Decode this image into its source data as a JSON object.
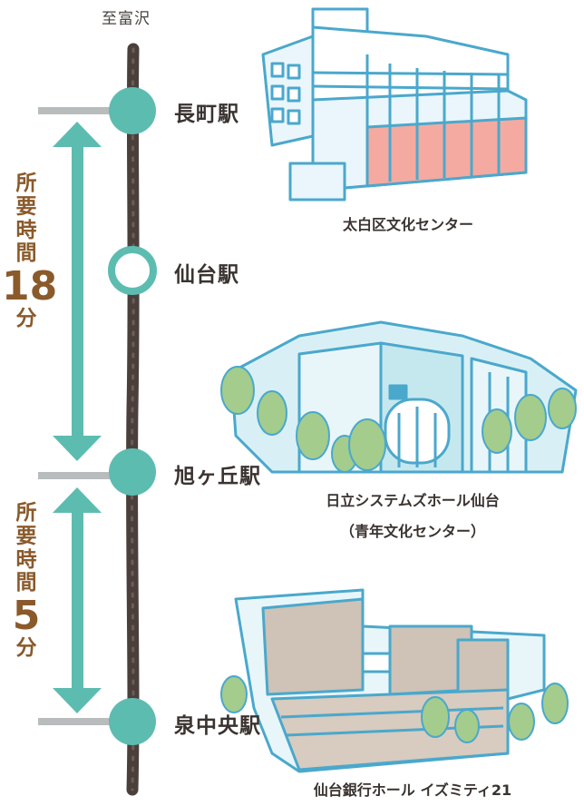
{
  "direction_label": "至富沢",
  "stations": [
    {
      "name": "長町駅",
      "marker": "filled"
    },
    {
      "name": "仙台駅",
      "marker": "hollow"
    },
    {
      "name": "旭ヶ丘駅",
      "marker": "filled"
    },
    {
      "name": "泉中央駅",
      "marker": "filled"
    }
  ],
  "travel_times": [
    {
      "label": [
        "所",
        "要",
        "時",
        "間"
      ],
      "number": "18",
      "unit": "分"
    },
    {
      "label": [
        "所",
        "要",
        "時",
        "間"
      ],
      "number": "5",
      "unit": "分"
    }
  ],
  "landmarks": [
    {
      "caption": [
        "太白区文化センター"
      ]
    },
    {
      "caption": [
        "日立システムズホール仙台",
        "（青年文化センター）"
      ]
    },
    {
      "caption": [
        "仙台銀行ホール イズミティ21"
      ]
    }
  ],
  "colors": {
    "track": "#4a3f3b",
    "station": "#5dbcb0",
    "arrow": "#5dbcb0",
    "time_text": "#8a5a2b",
    "platform": "#b8bcbd",
    "building_outline": "#4aa8cc",
    "tree": "#a3cc8d"
  },
  "icons": [
    "building-sketch",
    "tree",
    "station-dot",
    "double-arrow"
  ]
}
